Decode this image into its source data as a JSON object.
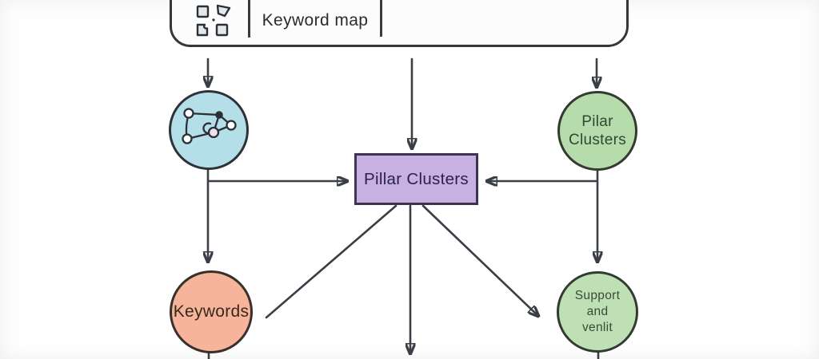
{
  "toolbar": {
    "title": "Keyword map",
    "icon": "diagram-shapes-icon"
  },
  "nodes": {
    "keyword_graph": {
      "icon": "network-graph-icon",
      "shape": "circle",
      "color": "#b5dfe8"
    },
    "pillar_box": {
      "label": "Pillar Clusters",
      "shape": "rectangle",
      "color": "#c7b1e2"
    },
    "pilar_circle": {
      "lines": [
        "Pilar",
        "Clusters"
      ],
      "shape": "circle",
      "color": "#b7dcac"
    },
    "keywords": {
      "label": "Keywords",
      "shape": "circle",
      "color": "#f6b49b"
    },
    "support": {
      "lines": [
        "Support",
        "and",
        "venlit"
      ],
      "shape": "circle",
      "color": "#bfe0b4"
    }
  },
  "edges": [
    {
      "from": "toolbar",
      "to": "keyword_graph",
      "arrow": true
    },
    {
      "from": "toolbar",
      "to": "pillar_box",
      "arrow": true
    },
    {
      "from": "toolbar",
      "to": "pilar_circle",
      "arrow": true
    },
    {
      "from": "keyword_graph",
      "to": "keywords",
      "arrow": true
    },
    {
      "from": "keyword_graph",
      "to": "pillar_box",
      "arrow": true
    },
    {
      "from": "pilar_circle",
      "to": "support",
      "arrow": true
    },
    {
      "from": "pilar_circle",
      "to": "pillar_box",
      "arrow": true
    },
    {
      "from": "pillar_box",
      "to": "lower-left",
      "arrow": false
    },
    {
      "from": "pillar_box",
      "to": "bottom-edge",
      "arrow": true
    },
    {
      "from": "pillar_box",
      "to": "support",
      "arrow": true
    },
    {
      "from": "keywords",
      "to": "bottom-edge",
      "arrow": false
    },
    {
      "from": "support",
      "to": "bottom-edge",
      "arrow": false
    }
  ],
  "colors": {
    "line": "#3a3e45",
    "node_border": "#2e3138",
    "toolbar_border": "#33373d",
    "background": "#ffffff"
  }
}
